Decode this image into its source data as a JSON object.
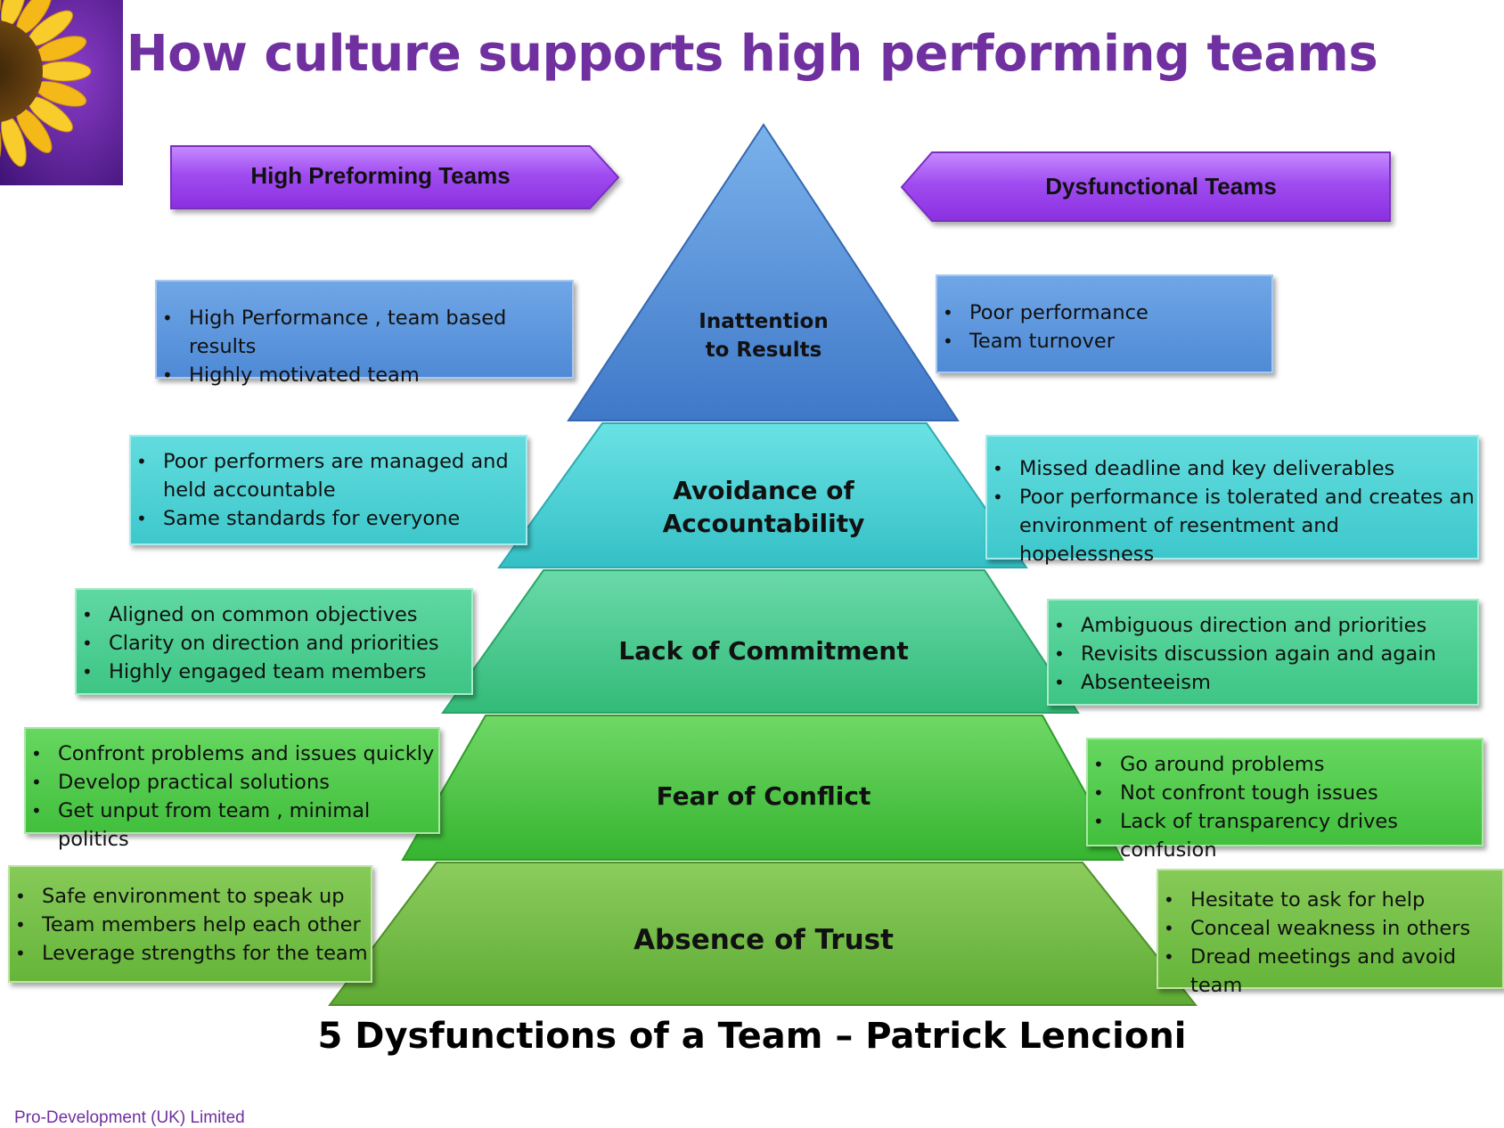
{
  "title": "How culture supports high performing teams",
  "arrows": {
    "left": "High Preforming Teams",
    "right": "Dysfunctional Teams"
  },
  "tiers": [
    {
      "label_lines": [
        "Inattention",
        "to Results"
      ],
      "left": [
        "High Performance , team based results",
        "Highly motivated team"
      ],
      "right": [
        "Poor  performance",
        "Team turnover"
      ]
    },
    {
      "label_lines": [
        "Avoidance of",
        "Accountability"
      ],
      "left": [
        "Poor performers are managed and held accountable",
        "Same standards for everyone"
      ],
      "right": [
        "Missed deadline and key deliverables",
        "Poor performance is tolerated and creates an environment of resentment and hopelessness"
      ]
    },
    {
      "label_lines": [
        "Lack of Commitment"
      ],
      "left": [
        "Aligned on common objectives",
        "Clarity on direction and priorities",
        "Highly engaged team members"
      ],
      "right": [
        "Ambiguous direction and priorities",
        "Revisits discussion again and again",
        "Absenteeism"
      ]
    },
    {
      "label_lines": [
        "Fear of Conflict"
      ],
      "left": [
        "Confront problems and issues quickly",
        "Develop practical solutions",
        "Get unput from team , minimal politics"
      ],
      "right": [
        "Go around problems",
        "Not confront tough issues",
        "Lack of transparency drives confusion"
      ]
    },
    {
      "label_lines": [
        "Absence of Trust"
      ],
      "left": [
        "Safe environment to speak up",
        "Team members help each other",
        "Leverage strengths for the team"
      ],
      "right": [
        "Hesitate to ask for help",
        "Conceal weakness in others",
        "Dread meetings and avoid team"
      ]
    }
  ],
  "footer": "5 Dysfunctions of a Team – Patrick Lencioni",
  "company": "Pro-Development (UK) Limited",
  "colors": {
    "title": "#7030a0",
    "arrow": "#9b3df0",
    "tier1": "#4f8ad6",
    "tier2": "#3ec8cc",
    "tier3": "#3ec585",
    "tier4": "#42bf3d",
    "tier5": "#66b53a"
  }
}
